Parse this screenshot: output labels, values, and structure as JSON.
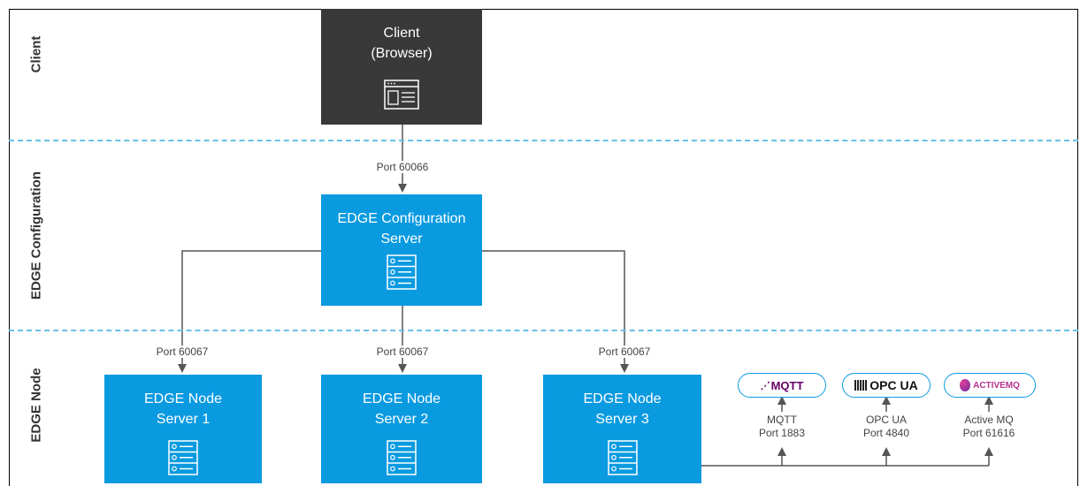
{
  "lanes": {
    "client": "Client",
    "config": "EDGE Configuration",
    "node": "EDGE Node"
  },
  "client_box": {
    "line1": "Client",
    "line2": "(Browser)",
    "icon": "browser-window-icon"
  },
  "config_box": {
    "line1": "EDGE Configuration",
    "line2": "Server",
    "icon": "server-icon"
  },
  "nodes": [
    {
      "line1": "EDGE Node",
      "line2": "Server 1"
    },
    {
      "line1": "EDGE Node",
      "line2": "Server 2"
    },
    {
      "line1": "EDGE Node",
      "line2": "Server 3"
    }
  ],
  "ports": {
    "client_to_config": "Port 60066",
    "node1": "Port 60067",
    "node2": "Port 60067",
    "node3": "Port 60067"
  },
  "protocols": [
    {
      "logo": "MQTT",
      "name": "MQTT",
      "port": "Port 1883"
    },
    {
      "logo": "OPC UA",
      "name": "OPC UA",
      "port": "Port 4840"
    },
    {
      "logo": "ACTIVEMQ",
      "name": "Active MQ",
      "port": "Port 61616"
    }
  ],
  "colors": {
    "client_box": "#393939",
    "server_box": "#0a9ae0",
    "divider": "#66c2e5",
    "connector": "#555555",
    "mqtt_logo": "#660066",
    "activemq_logo": "#b8328e"
  }
}
